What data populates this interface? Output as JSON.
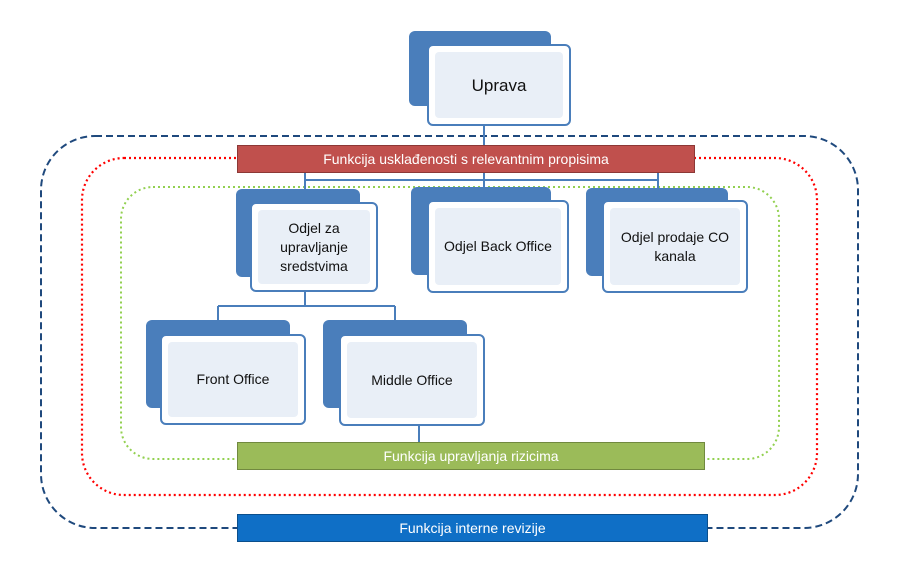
{
  "colors": {
    "node_shadow": "#4a7ebb",
    "node_border": "#4a7ebb",
    "node_fill": "#e9eff7",
    "compliance": "#c0504d",
    "risk": "#9bbb59",
    "audit": "#0f6fc6",
    "audit_boundary": "#1f497d"
  },
  "nodes": {
    "uprava": "Uprava",
    "asset_mgmt": "Odjel za upravljanje sredstvima",
    "back_office": "Odjel Back Office",
    "sales_co": "Odjel prodaje CO kanala",
    "front_office": "Front Office",
    "middle_office": "Middle Office"
  },
  "functions": {
    "compliance": "Funkcija usklađenosti s relevantnim propisima",
    "risk": "Funkcija upravljanja rizicima",
    "audit": "Funkcija interne revizije"
  }
}
